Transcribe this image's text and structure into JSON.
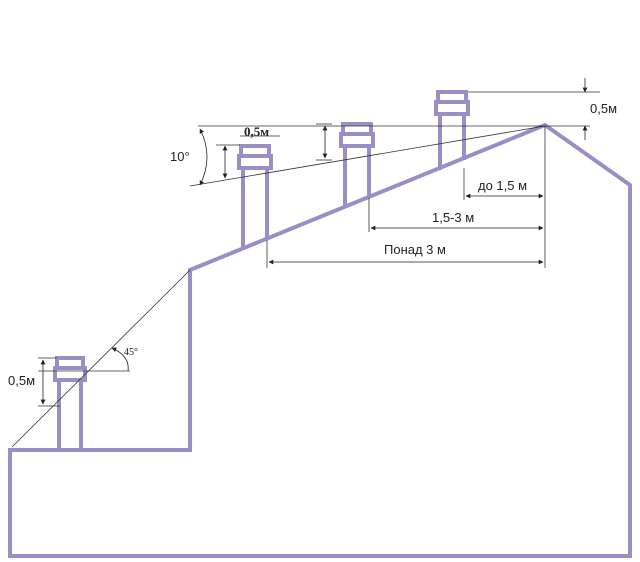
{
  "colors": {
    "building": "#9a8fc4",
    "line": "#333333",
    "text": "#222222"
  },
  "labels": {
    "height_top_right": "0,5м",
    "height_mid": "0,5м",
    "height_left": "0,5м",
    "angle_10": "10°",
    "angle_45": "45°",
    "dist_up_to_1_5": "до 1,5 м",
    "dist_1_5_3": "1,5-3 м",
    "dist_over_3": "Понад 3 м"
  }
}
